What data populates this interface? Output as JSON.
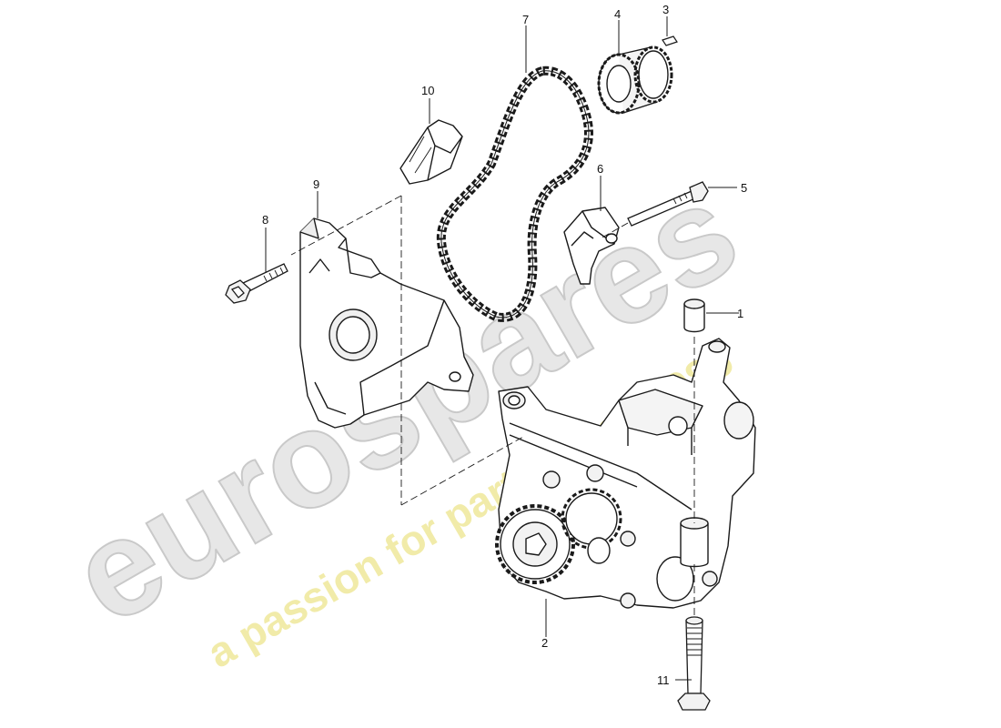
{
  "watermark": {
    "brand": "eurospares",
    "tagline": "a passion for parts since 1985",
    "brand_color": "#d8d8d8",
    "tagline_color": "#efe89a"
  },
  "callouts": {
    "c1": "1",
    "c2": "2",
    "c3": "3",
    "c4": "4",
    "c5": "5",
    "c6": "6",
    "c7": "7",
    "c8": "8",
    "c9": "9",
    "c10": "10",
    "c11": "11"
  },
  "colors": {
    "line": "#1a1a1a",
    "fill": "#ffffff",
    "shade": "#e9e9e9"
  }
}
